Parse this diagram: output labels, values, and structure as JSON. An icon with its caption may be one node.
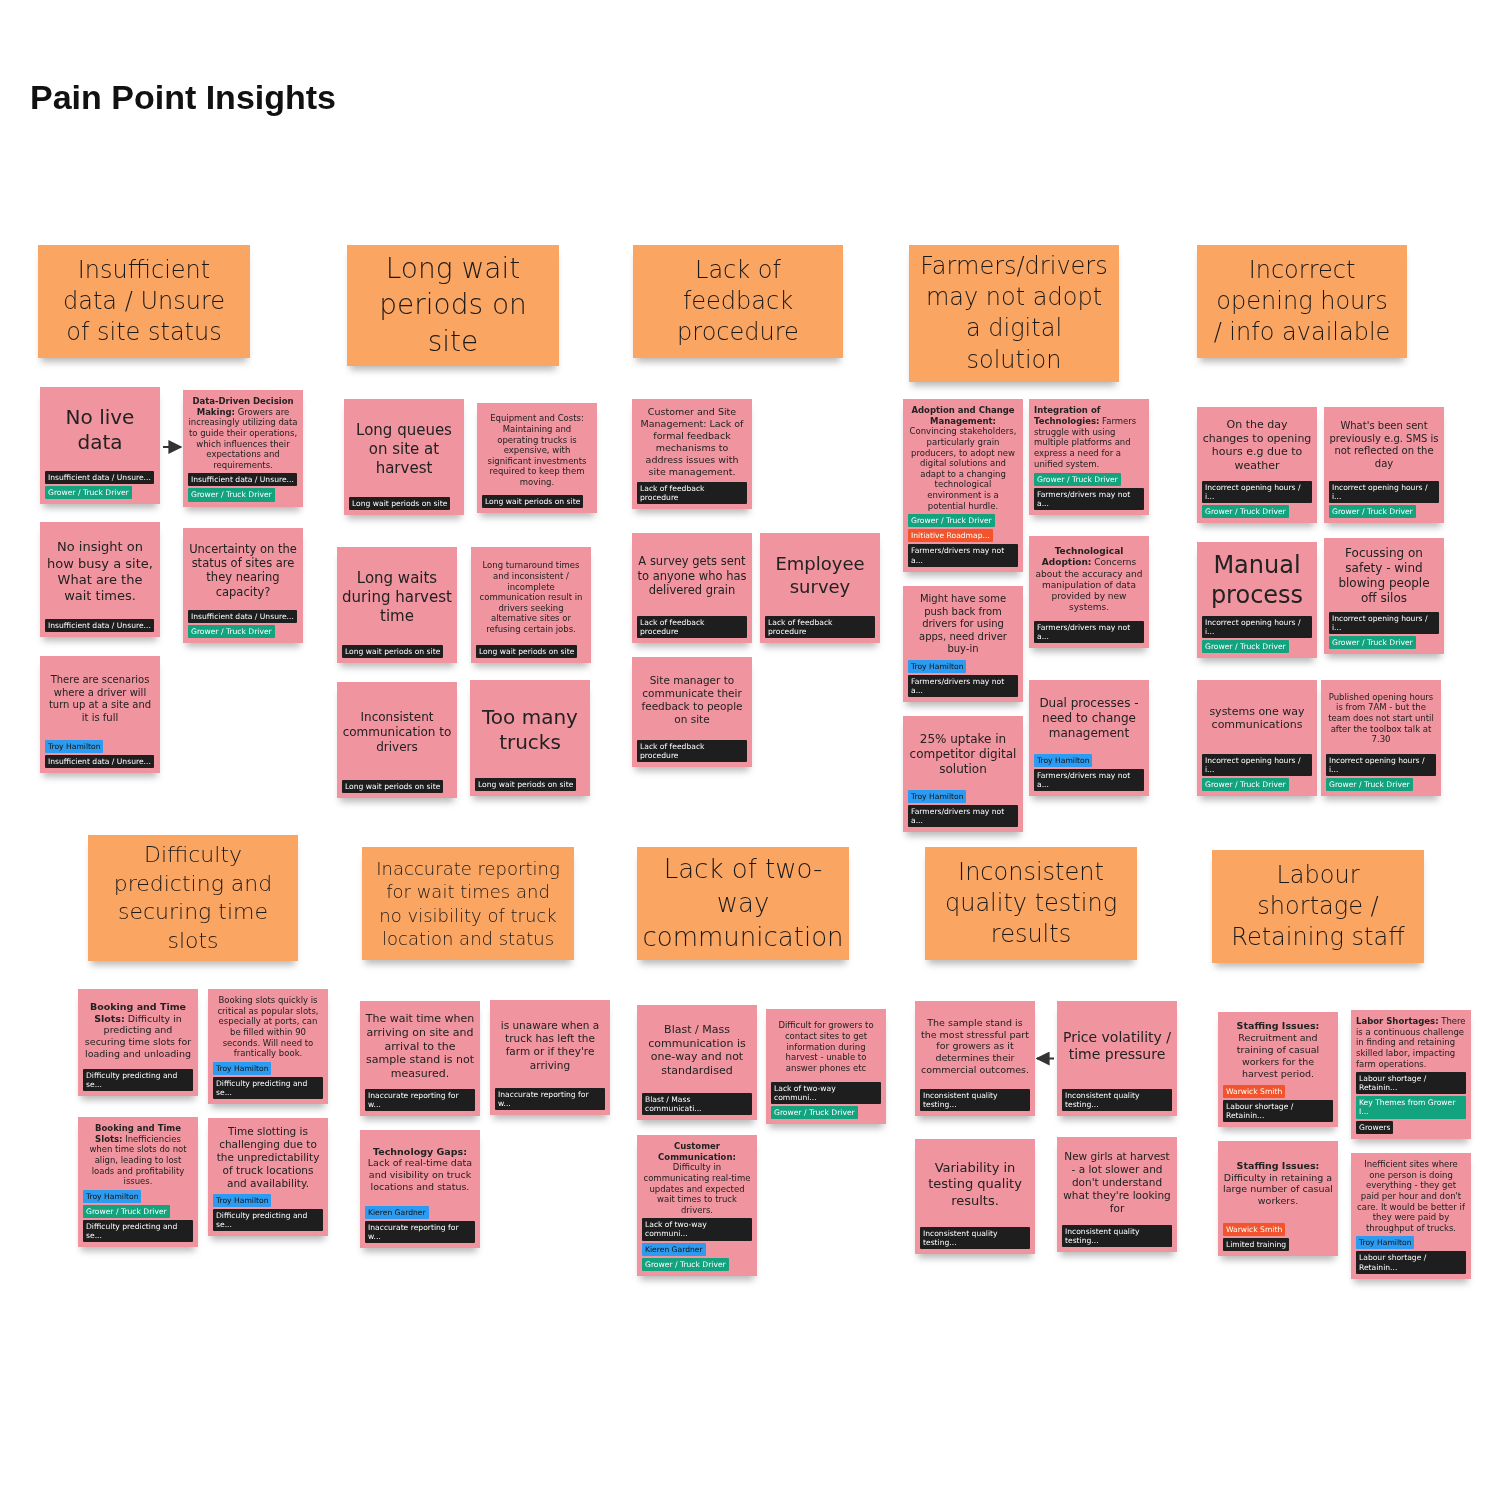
{
  "diagram": {
    "title": "Pain Point Insights",
    "nodes": [
      {
        "text": [
          "Insufficient data / Unsure of site status"
        ]
      },
      {
        "text": [
          "No live data",
          "Insufficient data / Unsure...",
          "Grower / Truck Driver"
        ]
      },
      {
        "text": [
          "**Data-Driven Decision Making:** Growers are increasingly utilizing data to guide their operations, which influences their expectations and requirements.",
          "Insufficient data / Unsure...",
          "Grower / Truck Driver"
        ]
      },
      {
        "text": [
          "No insight on how busy a site, What are the wait times.",
          "Insufficient data / Unsure..."
        ]
      },
      {
        "text": [
          "Uncertainty on the status of sites are they nearing capacity?",
          "Insufficient data / Unsure...",
          "Grower / Truck Driver"
        ]
      },
      {
        "text": [
          "There are scenarios where a driver will turn up at a site and it is full",
          "Troy Hamilton",
          "Insufficient data / Unsure..."
        ]
      },
      {
        "text": [
          "Long wait periods on site"
        ]
      },
      {
        "text": [
          "Long queues on site at harvest",
          "Long wait periods on site"
        ]
      },
      {
        "text": [
          "Equipment and Costs: Maintaining and operating trucks is expensive, with significant investments required to keep them moving.",
          "Long wait periods on site"
        ]
      },
      {
        "text": [
          "Long waits during harvest time",
          "Long wait periods on site"
        ]
      },
      {
        "text": [
          "Long turnaround times and inconsistent / incomplete communication result in drivers seeking alternative sites or refusing certain jobs.",
          "Long wait periods on site"
        ]
      },
      {
        "text": [
          "Inconsistent communication to drivers",
          "Long wait periods on site"
        ]
      },
      {
        "text": [
          "Too many trucks",
          "Long wait periods on site"
        ]
      },
      {
        "text": [
          "Lack of feedback procedure"
        ]
      },
      {
        "text": [
          "Customer and Site Management: Lack of formal feedback mechanisms to address issues with site management.",
          "Lack of feedback procedure"
        ]
      },
      {
        "text": [
          "A survey gets sent to anyone who has delivered grain",
          "Lack of feedback procedure"
        ]
      },
      {
        "text": [
          "Employee survey",
          "Lack of feedback procedure"
        ]
      },
      {
        "text": [
          "Site manager to communicate their feedback to people on site",
          "Lack of feedback procedure"
        ]
      },
      {
        "text": [
          "Farmers/drivers may not adopt a digital solution"
        ]
      },
      {
        "text": [
          "**Adoption and Change Management:** Convincing stakeholders, particularly grain producers, to adopt new digital solutions and adapt to a changing technological environment is a potential hurdle.",
          "Grower / Truck Driver",
          "Initiative Roadmap...",
          "Farmers/drivers may not a..."
        ]
      },
      {
        "text": [
          "**Integration of Technologies:** Farmers struggle with using multiple platforms and express a need for a unified system.",
          "Grower / Truck Driver",
          "Farmers/drivers may not a..."
        ]
      },
      {
        "text": [
          "Might have some push back from drivers for using apps, need driver buy-in",
          "Troy Hamilton",
          "Farmers/drivers may not a..."
        ]
      },
      {
        "text": [
          "**Technological Adoption:** Concerns about the accuracy and manipulation of data provided by new systems.",
          "Farmers/drivers may not a..."
        ]
      },
      {
        "text": [
          "25%  uptake in competitor digital solution",
          "Troy Hamilton",
          "Farmers/drivers may not a..."
        ]
      },
      {
        "text": [
          "Dual processes - need to change management",
          "Troy Hamilton",
          "Farmers/drivers may not a..."
        ]
      },
      {
        "text": [
          "Incorrect opening hours / info available"
        ]
      },
      {
        "text": [
          "On the day changes to opening hours e.g due to weather",
          "Incorrect opening hours / i...",
          "Grower / Truck Driver"
        ]
      },
      {
        "text": [
          "What's been sent previously e.g. SMS is not reflected on the day",
          "Incorrect opening hours / i...",
          "Grower / Truck Driver"
        ]
      },
      {
        "text": [
          "Manual process",
          "Incorrect opening hours / i...",
          "Grower / Truck Driver"
        ]
      },
      {
        "text": [
          "Focussing on safety - wind blowing people off silos",
          "Incorrect opening hours / i...",
          "Grower / Truck Driver"
        ]
      },
      {
        "text": [
          "systems one way communications",
          "Incorrect opening hours / i...",
          "Grower / Truck Driver"
        ]
      },
      {
        "text": [
          "Published opening hours is from 7AM - but the team does not start until after the toolbox talk at 7.30",
          "Incorrect opening hours / i...",
          "Grower / Truck Driver"
        ]
      },
      {
        "text": [
          "Difficulty predicting and securing time slots"
        ]
      },
      {
        "text": [
          "**Booking and Time Slots:** Difficulty in predicting and securing time slots for loading and unloading",
          "Difficulty predicting and se..."
        ]
      },
      {
        "text": [
          "Booking slots quickly is critical as popular slots, especially at ports, can be filled within 90 seconds. Will need to frantically book.",
          "Troy Hamilton",
          "Difficulty predicting and se..."
        ]
      },
      {
        "text": [
          "**Booking and Time Slots:** Inefficiencies when time slots do not align, leading to lost loads and profitability issues.",
          "Troy Hamilton",
          "Grower / Truck Driver",
          "Difficulty predicting and se..."
        ]
      },
      {
        "text": [
          "Time slotting is challenging due to the unpredictability of truck locations and availability.",
          "Troy Hamilton",
          "Difficulty predicting and se..."
        ]
      },
      {
        "text": [
          "Inaccurate reporting for wait times and no visibility of truck location and status"
        ]
      },
      {
        "text": [
          "The wait time when arriving on site and arrival to the sample stand is not measured.",
          "Inaccurate reporting for w..."
        ]
      },
      {
        "text": [
          "is unaware when a truck has left the farm or if they're arriving",
          "Inaccurate reporting for w..."
        ]
      },
      {
        "text": [
          "**Technology Gaps:** Lack of real-time data and visibility on truck locations and status.",
          "Kieren Gardner",
          "Inaccurate reporting for w..."
        ]
      },
      {
        "text": [
          "Lack of two-way communication"
        ]
      },
      {
        "text": [
          "Blast / Mass communication is one-way and not standardised",
          "Blast / Mass communicati..."
        ]
      },
      {
        "text": [
          "Difficult for growers to contact sites to get information during harvest - unable to answer phones etc",
          "Lack of two-way communi...",
          "Grower / Truck Driver"
        ]
      },
      {
        "text": [
          "**Customer Communication:** Difficulty in communicating real-time updates and expected wait times to truck drivers.",
          "Lack of two-way communi...",
          "Kieren Gardner",
          "Grower / Truck Driver"
        ]
      },
      {
        "text": [
          "Inconsistent quality testing results"
        ]
      },
      {
        "text": [
          "The sample stand is the most stressful part for growers as it determines their commercial outcomes.",
          "Inconsistent quality testing..."
        ]
      },
      {
        "text": [
          "Price volatility / time pressure",
          "Inconsistent quality testing..."
        ]
      },
      {
        "text": [
          "Variability in testing quality results.",
          "Inconsistent quality testing..."
        ]
      },
      {
        "text": [
          "New girls at harvest - a lot slower and don't understand what they're looking for",
          "Inconsistent quality testing..."
        ]
      },
      {
        "text": [
          "Labour shortage / Retaining staff"
        ]
      },
      {
        "text": [
          "**Staffing Issues:** Recruitment and training of casual workers for the harvest period.",
          "Warwick Smith",
          "Labour shortage / Retainin..."
        ]
      },
      {
        "text": [
          "**Labor Shortages:** There is a continuous challenge in finding and retaining skilled labor, impacting farm operations.",
          "Labour shortage / Retainin...",
          "Key Themes from Grower I...",
          "Growers"
        ]
      },
      {
        "text": [
          "**Staffing Issues:** Difficulty in retaining a large number of casual workers.",
          "Warwick Smith",
          "Limited training"
        ]
      },
      {
        "text": [
          "Inefficient sites where one person is doing everything - they get paid per hour and don't care. It would be better if they were paid by throughput of trucks.",
          "Troy Hamilton",
          "Labour shortage / Retainin..."
        ]
      }
    ],
    "edges": [
      {
        "from": 1,
        "to": 2,
        "arrow": "to"
      },
      {
        "from": 47,
        "to": 46,
        "arrow": "to"
      }
    ]
  }
}
